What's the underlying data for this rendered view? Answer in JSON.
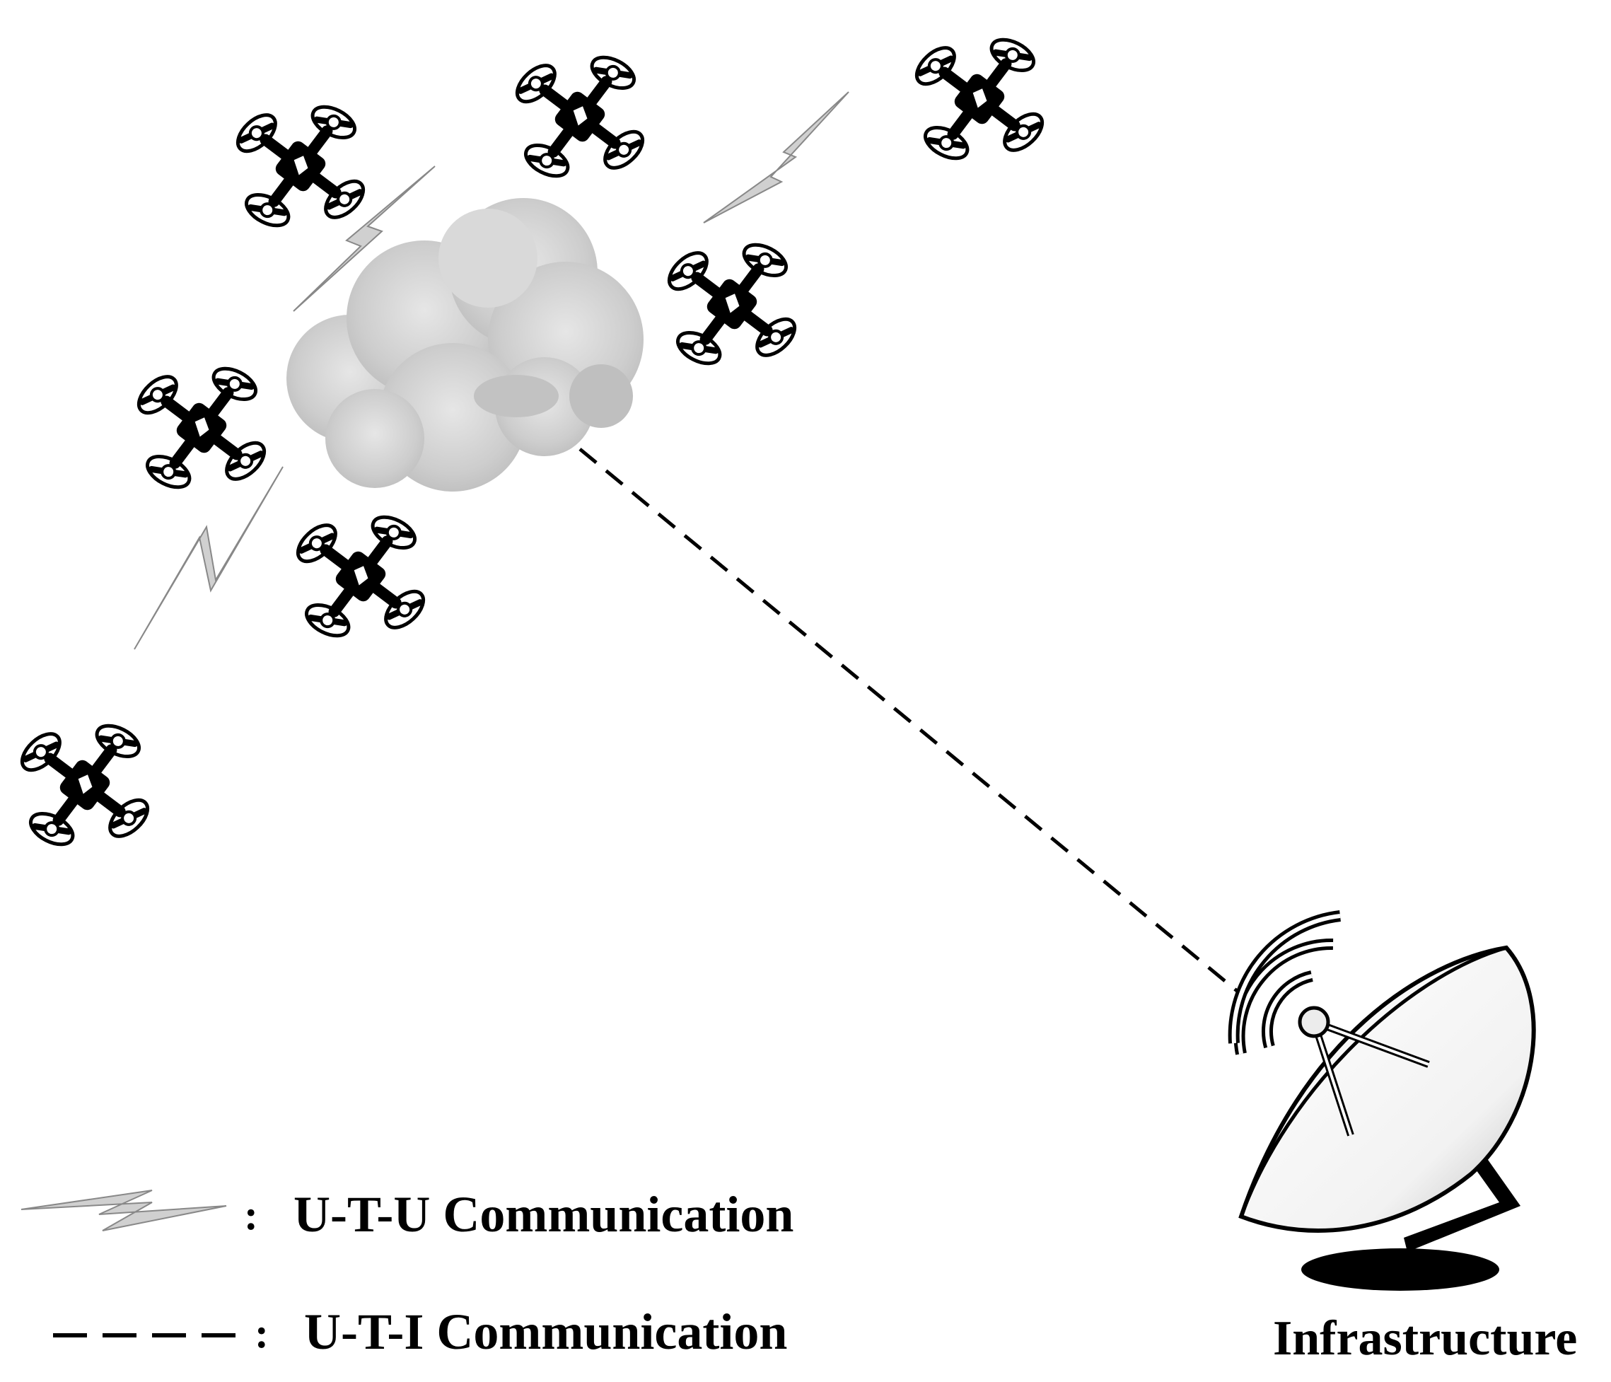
{
  "legend": {
    "uu_label": "U-T-U Communication",
    "ui_label": "U-T-I Communication",
    "separator": ":"
  },
  "infrastructure": {
    "label": "Infrastructure"
  },
  "icons": {
    "drone": "quadcopter-drone-icon",
    "cloud": "cloud-icon",
    "lightning": "lightning-bolt-icon",
    "dish": "satellite-dish-icon"
  },
  "colors": {
    "ink": "#000000",
    "lightning_fill": "#c8c8c8",
    "cloud_fill": "#cfcfcf",
    "dish_fill": "#ffffff"
  }
}
